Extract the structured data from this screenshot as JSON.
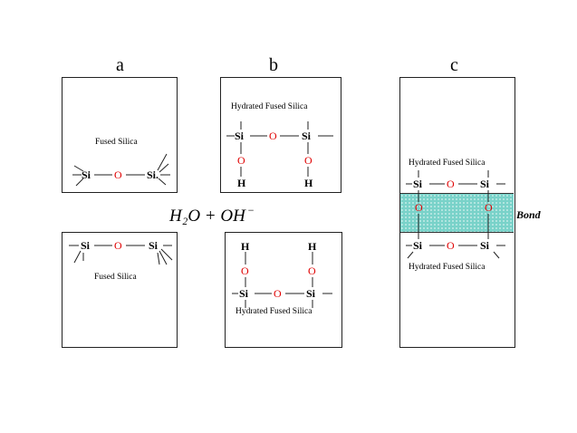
{
  "panels": [
    {
      "letter": "a"
    },
    {
      "letter": "b"
    },
    {
      "letter": "c"
    }
  ],
  "atoms": {
    "si": "Si",
    "si_dot": "Si.",
    "o": "O",
    "h": "H"
  },
  "labels": {
    "fused_silica": "Fused Silica",
    "hydrated_fused_silica": "Hydrated Fused Silica",
    "bond": "Bond"
  },
  "equation": {
    "base": "H₂O + OH",
    "superscript": "−"
  },
  "colors": {
    "oxygen": "#e00000",
    "bond_region": "#79d2c9",
    "line": "#222222"
  }
}
